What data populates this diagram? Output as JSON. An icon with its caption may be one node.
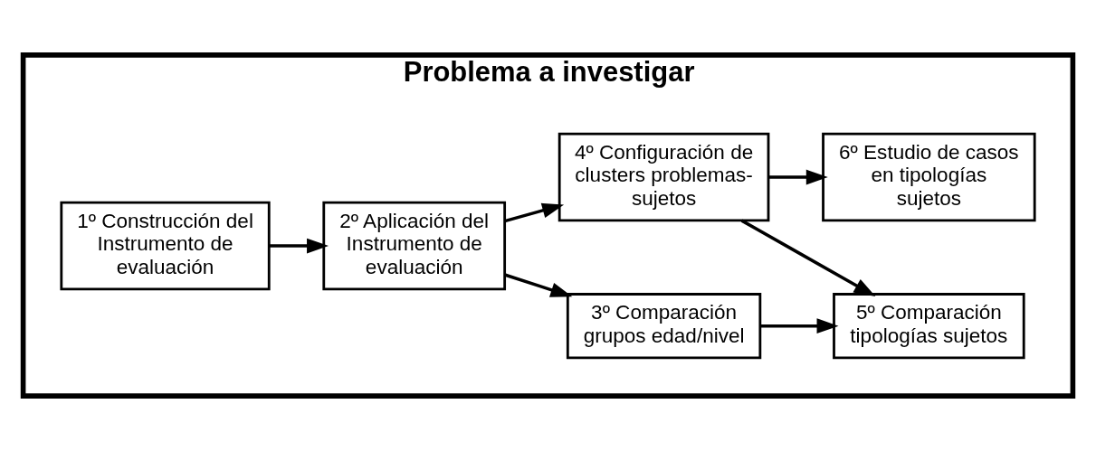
{
  "diagram": {
    "nodes": [
      {
        "text": [
          "Problema a investigar"
        ]
      },
      {
        "text": [
          "1º Construcción del Instrumento de evaluación"
        ],
        "in": 0
      },
      {
        "text": [
          "2º Aplicación del Instrumento de evaluación"
        ],
        "in": 0
      },
      {
        "text": [
          "3º Comparación grupos edad/nivel"
        ],
        "in": 0
      },
      {
        "text": [
          "4º Configuración de clusters problemas-sujetos"
        ],
        "in": 0
      },
      {
        "text": [
          "5º Comparación tipologías sujetos"
        ],
        "in": 0
      },
      {
        "text": [
          "6º Estudio de casos en tipologías sujetos"
        ],
        "in": 0
      }
    ],
    "edges": [
      {
        "from": 1,
        "to": 2,
        "arrow": "to"
      },
      {
        "from": 2,
        "to": 3,
        "arrow": "to"
      },
      {
        "from": 2,
        "to": 4,
        "arrow": "to"
      },
      {
        "from": 3,
        "to": 5,
        "arrow": "to"
      },
      {
        "from": 4,
        "to": 5,
        "arrow": "to"
      },
      {
        "from": 4,
        "to": 6,
        "arrow": "to"
      }
    ]
  }
}
